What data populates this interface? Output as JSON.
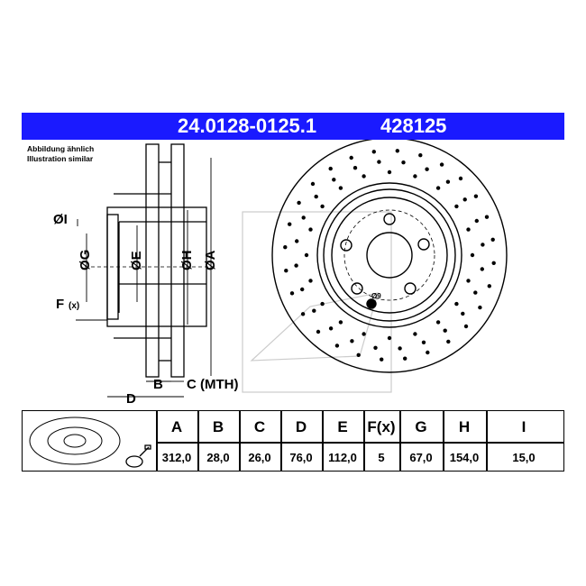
{
  "header": {
    "part_number": "24.0128-0125.1",
    "ref_number": "428125"
  },
  "illustration_note": [
    "Abbildung ähnlich",
    "Illustration similar"
  ],
  "dimension_labels": {
    "I": "ØI",
    "G": "ØG",
    "E": "ØE",
    "H": "ØH",
    "A": "ØA",
    "F": "F",
    "F_sub": "(x)",
    "B": "B",
    "C": "C (MTH)",
    "D": "D",
    "hole": "Ø9"
  },
  "spec_table": {
    "columns": [
      "A",
      "B",
      "C",
      "D",
      "E",
      "F(x)",
      "G",
      "H",
      "I"
    ],
    "values": [
      "312,0",
      "28,0",
      "26,0",
      "76,0",
      "112,0",
      "5",
      "67,0",
      "154,0",
      "15,0"
    ]
  },
  "colors": {
    "header_bg": "#1a1aff",
    "header_text": "#ffffff",
    "line": "#000000"
  }
}
